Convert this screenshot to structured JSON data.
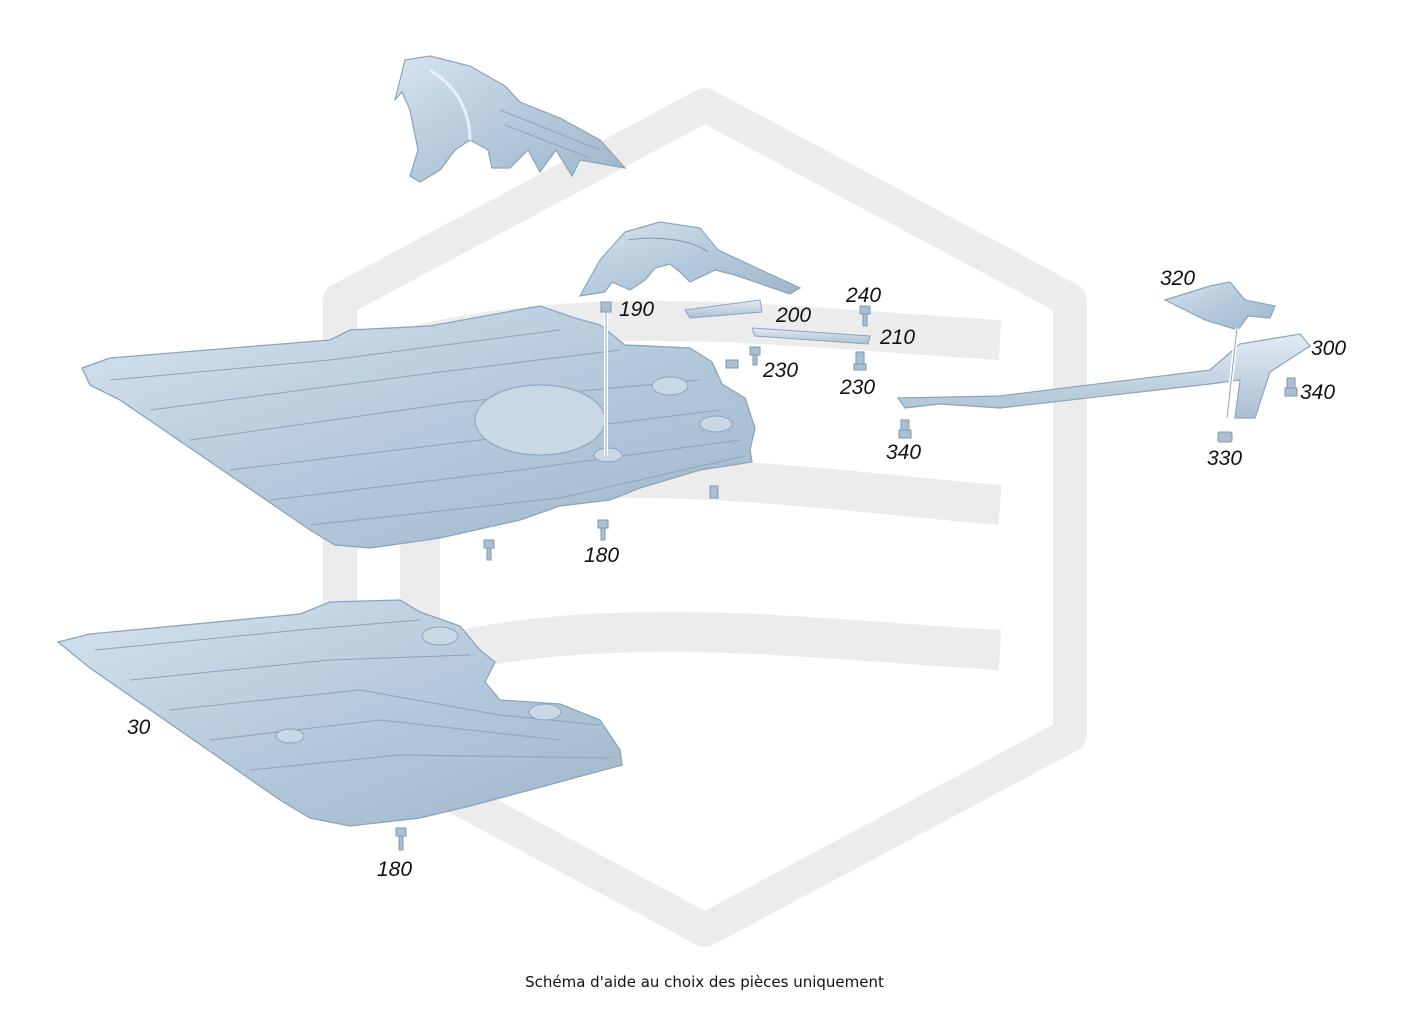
{
  "diagram": {
    "callouts": {
      "c190": "190",
      "c200": "200",
      "c240": "240",
      "c210": "210",
      "c230a": "230",
      "c230b": "230",
      "c320": "320",
      "c300": "300",
      "c340a": "340",
      "c340b": "340",
      "c330": "330",
      "c180a": "180",
      "c30": "30",
      "c180b": "180"
    },
    "caption": "Schéma d'aide au choix des pièces uniquement",
    "colors": {
      "part_fill": "#b5cadc",
      "part_edge": "#8aa4bb",
      "watermark": "#ececec"
    }
  }
}
